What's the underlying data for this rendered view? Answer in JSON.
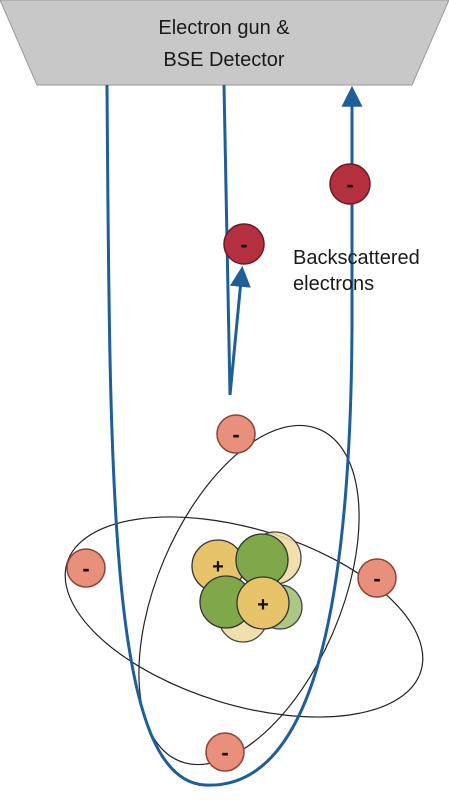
{
  "detector": {
    "line1": "Electron gun &",
    "line2": "BSE Detector"
  },
  "backscatter_label": {
    "line1": "Backscattered",
    "line2": "electrons"
  },
  "symbols": {
    "electron": "-",
    "proton": "+"
  },
  "colors": {
    "detector_fill": "#c8c8c8",
    "beam": "#1f5f99",
    "backscattered_electron": "#b5303f",
    "orbital_electron": "#e9907c",
    "proton": "#e7c46a",
    "neutron": "#7ea84a",
    "orbit": "#222222"
  }
}
